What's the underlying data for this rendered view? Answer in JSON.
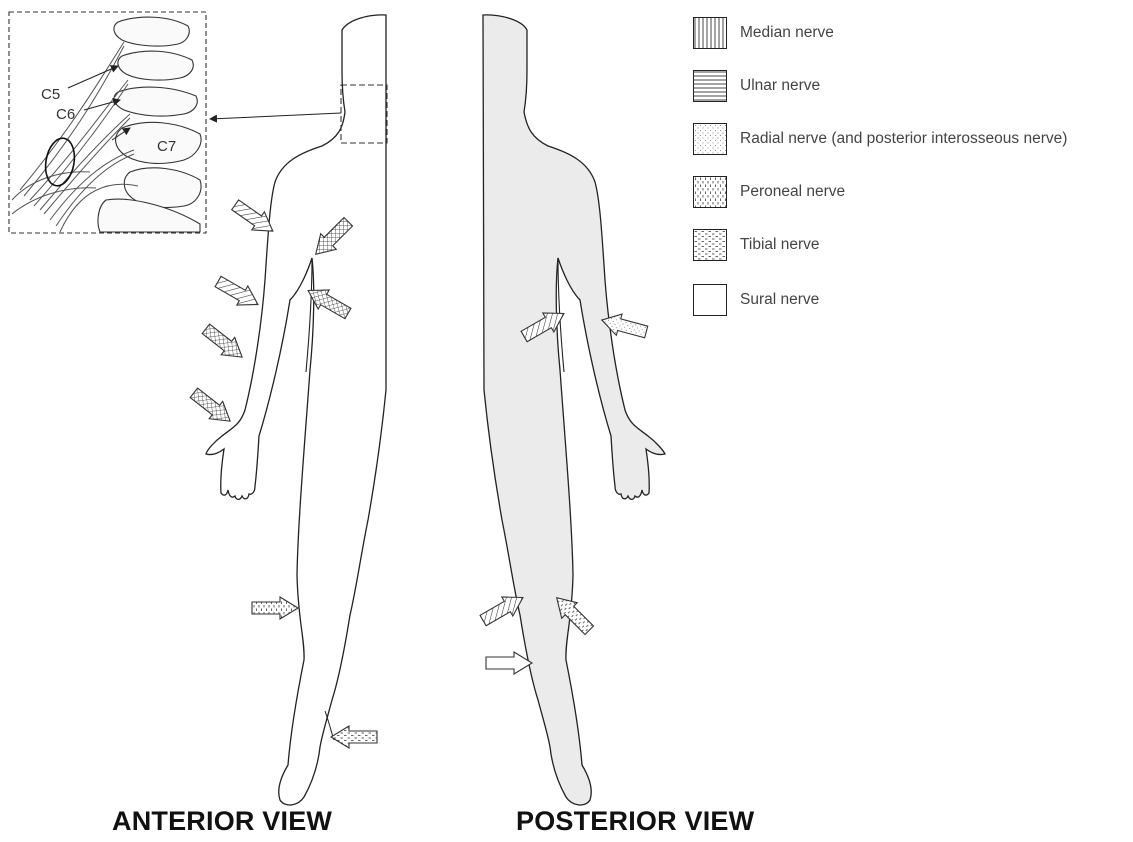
{
  "views": {
    "anterior_title": "ANTERIOR VIEW",
    "posterior_title": "POSTERIOR VIEW"
  },
  "inset": {
    "root_labels": [
      "C5",
      "C6",
      "C7"
    ]
  },
  "legend": [
    {
      "label": "Median nerve",
      "pattern": "vertical-lines"
    },
    {
      "label": "Ulnar nerve",
      "pattern": "horizontal-lines"
    },
    {
      "label": "Radial nerve (and posterior interosseous nerve)",
      "pattern": "fine-dots"
    },
    {
      "label": "Peroneal nerve",
      "pattern": "vertical-dashes"
    },
    {
      "label": "Tibial nerve",
      "pattern": "horizontal-dashes"
    },
    {
      "label": "Sural nerve",
      "pattern": "blank"
    }
  ],
  "colors": {
    "outline": "#222222",
    "posterior_fill": "#ebebeb",
    "anterior_fill": "#ffffff"
  }
}
